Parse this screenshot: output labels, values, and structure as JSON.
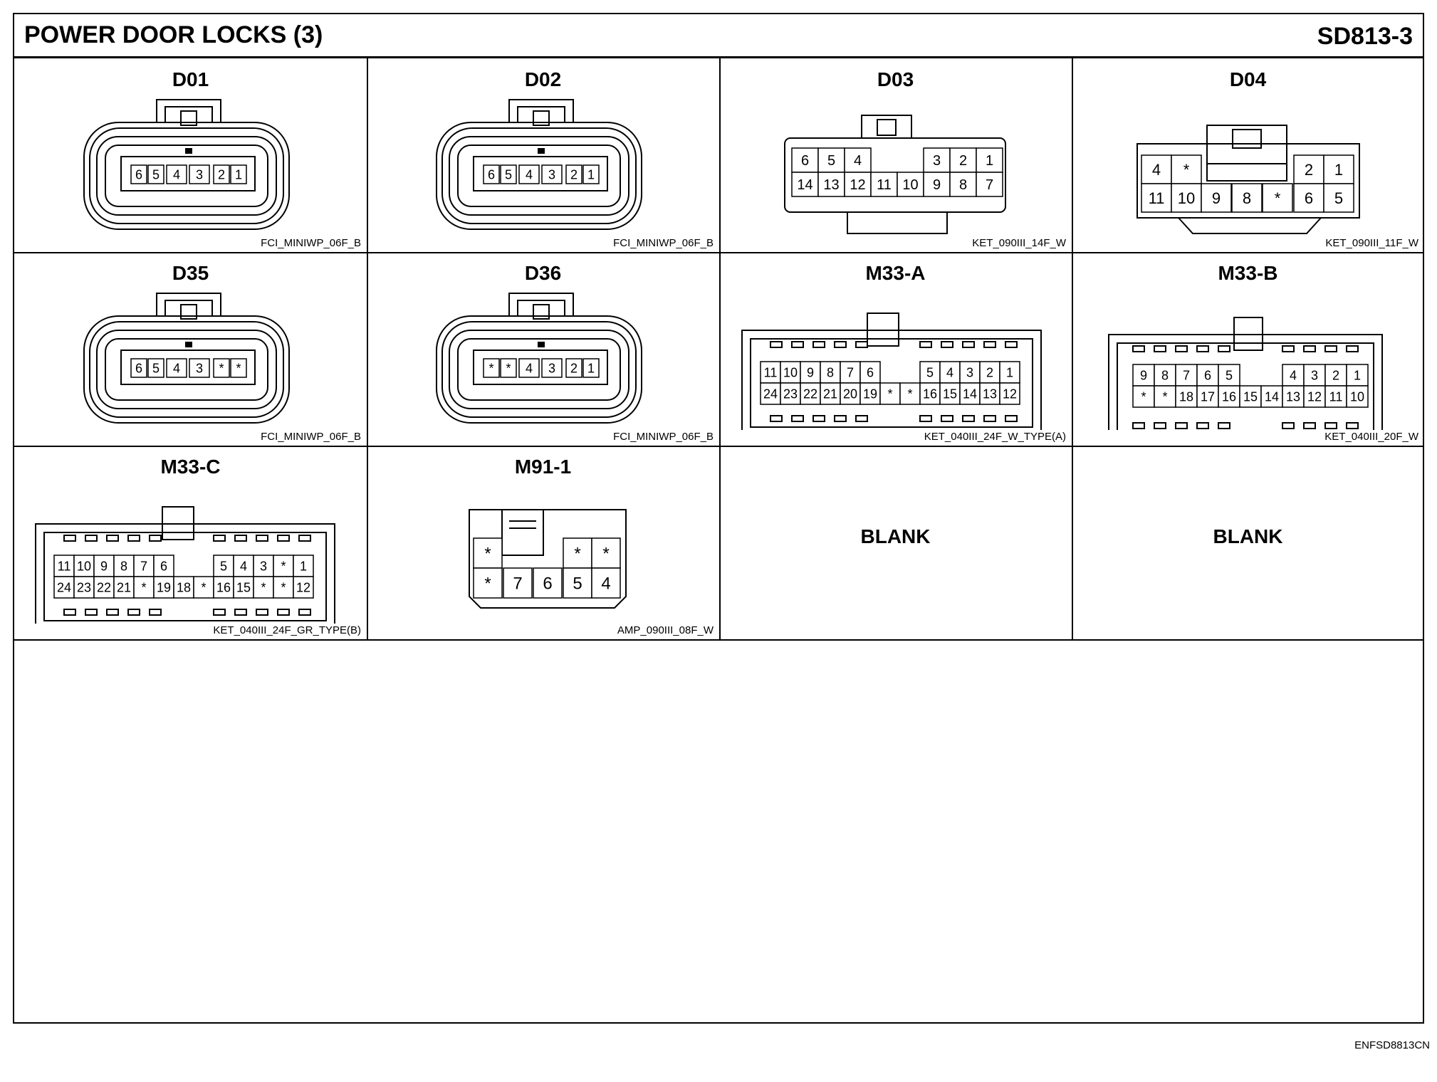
{
  "header": {
    "title": "POWER DOOR LOCKS (3)",
    "code": "SD813-3"
  },
  "footer": {
    "doc_id": "ENFSD8813CN"
  },
  "connectors": [
    {
      "name": "D01",
      "code": "FCI_MINIWP_06F_B",
      "style": "mini",
      "pins": [
        "6",
        "5",
        "4",
        "3",
        "2",
        "1"
      ]
    },
    {
      "name": "D02",
      "code": "FCI_MINIWP_06F_B",
      "style": "mini",
      "pins": [
        "6",
        "5",
        "4",
        "3",
        "2",
        "1"
      ]
    },
    {
      "name": "D03",
      "code": "KET_090III_14F_W",
      "style": "ket14",
      "rows": [
        [
          "6",
          "5",
          "4",
          "",
          "",
          "3",
          "2",
          "1"
        ],
        [
          "14",
          "13",
          "12",
          "11",
          "10",
          "9",
          "8",
          "7"
        ]
      ]
    },
    {
      "name": "D04",
      "code": "KET_090III_11F_W",
      "style": "ket11",
      "rows": [
        [
          "4",
          "*",
          "",
          "",
          "",
          "2",
          "1"
        ],
        [
          "11",
          "10",
          "9",
          "8",
          "*",
          "6",
          "5"
        ]
      ]
    },
    {
      "name": "D35",
      "code": "FCI_MINIWP_06F_B",
      "style": "mini",
      "pins": [
        "6",
        "5",
        "4",
        "3",
        "*",
        "*"
      ]
    },
    {
      "name": "D36",
      "code": "FCI_MINIWP_06F_B",
      "style": "mini",
      "pins": [
        "*",
        "*",
        "4",
        "3",
        "2",
        "1"
      ]
    },
    {
      "name": "M33-A",
      "code": "KET_040III_24F_W_TYPE(A)",
      "style": "ket24",
      "rows": [
        [
          "11",
          "10",
          "9",
          "8",
          "7",
          "6",
          "",
          "",
          "5",
          "4",
          "3",
          "2",
          "1"
        ],
        [
          "24",
          "23",
          "22",
          "21",
          "20",
          "19",
          "*",
          "*",
          "16",
          "15",
          "14",
          "13",
          "12"
        ]
      ]
    },
    {
      "name": "M33-B",
      "code": "KET_040III_20F_W",
      "style": "ket20",
      "rows": [
        [
          "9",
          "8",
          "7",
          "6",
          "5",
          "",
          "",
          "4",
          "3",
          "2",
          "1"
        ],
        [
          "*",
          "*",
          "18",
          "17",
          "16",
          "15",
          "14",
          "13",
          "12",
          "11",
          "10"
        ]
      ]
    },
    {
      "name": "M33-C",
      "code": "KET_040III_24F_GR_TYPE(B)",
      "style": "ket24c",
      "rows": [
        [
          "11",
          "10",
          "9",
          "8",
          "7",
          "6",
          "",
          "",
          "5",
          "4",
          "3",
          "*",
          "1"
        ],
        [
          "24",
          "23",
          "22",
          "21",
          "*",
          "19",
          "18",
          "*",
          "16",
          "15",
          "*",
          "*",
          "12"
        ]
      ]
    },
    {
      "name": "M91-1",
      "code": "AMP_090III_08F_W",
      "style": "amp8",
      "rows": [
        [
          "*",
          "",
          "",
          "*",
          "*"
        ],
        [
          "*",
          "7",
          "6",
          "5",
          "4"
        ]
      ]
    }
  ],
  "blanks": [
    "BLANK",
    "BLANK"
  ]
}
